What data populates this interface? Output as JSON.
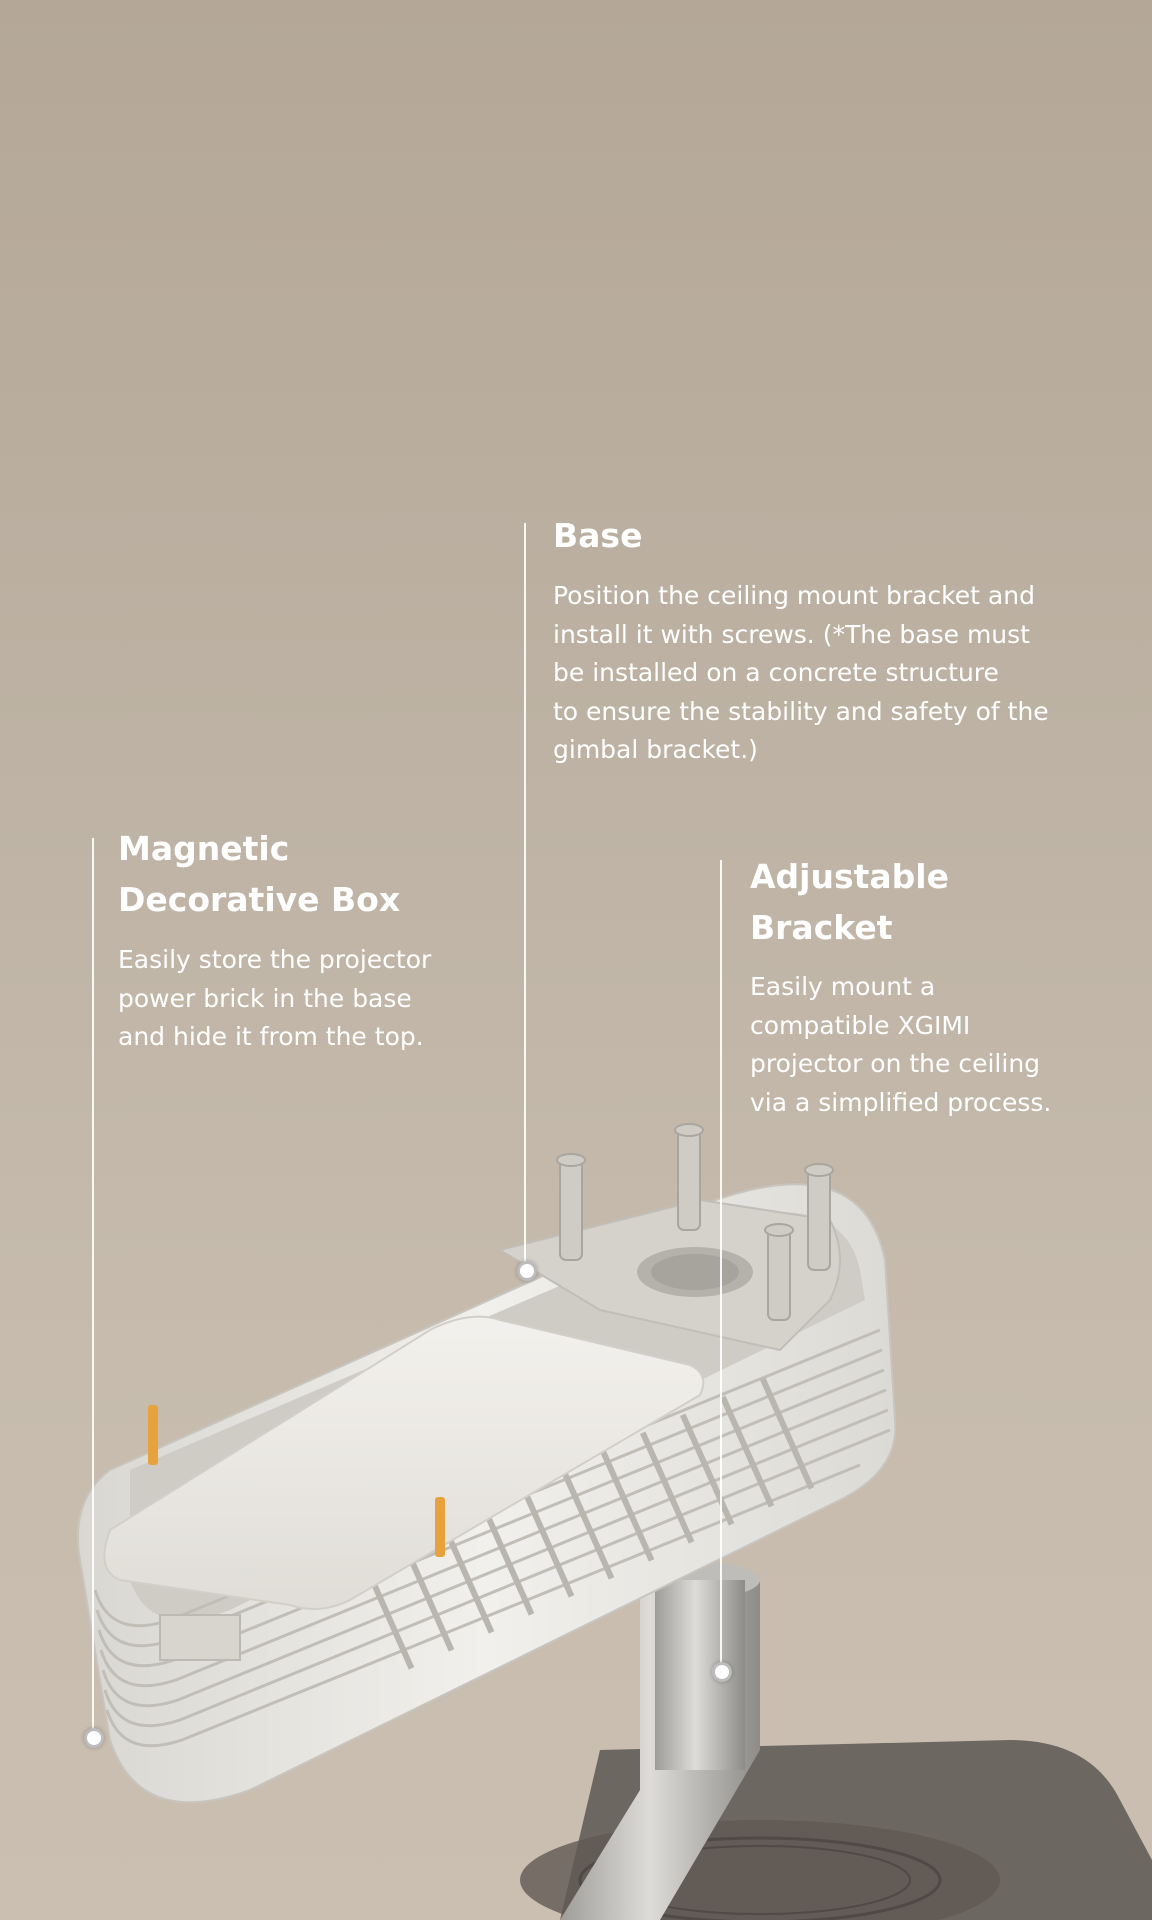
{
  "callouts": {
    "base": {
      "title": "Base",
      "lines": [
        "Position the ceiling mount bracket and",
        "install it with screws. (*The base must",
        "be installed on a concrete structure",
        "to ensure the stability and safety of the",
        "gimbal bracket.)"
      ]
    },
    "magnetic_box": {
      "title_lines": [
        "Magnetic",
        "Decorative Box"
      ],
      "lines": [
        "Easily store the projector",
        "power brick in the base",
        "and hide it from the top."
      ]
    },
    "bracket": {
      "title_lines": [
        "Adjustable",
        "Bracket"
      ],
      "lines": [
        "Easily mount a",
        "compatible XGIMI",
        "projector on the ceiling",
        "via a simplified process."
      ]
    }
  },
  "colors": {
    "background_top": "#b4a797",
    "background_bottom": "#cbbfb1",
    "text": "#ffffff",
    "anchor_orange": "#e6a23c",
    "product_white": "#ecebe7",
    "floor_dark": "#6b6560"
  }
}
